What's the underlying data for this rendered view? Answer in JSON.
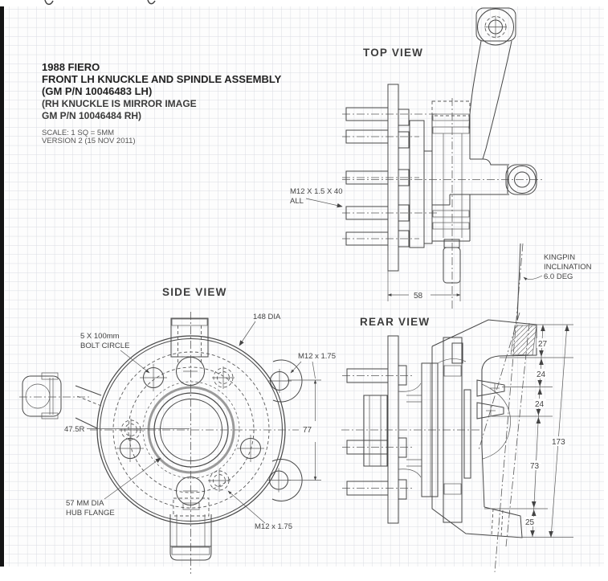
{
  "title_block": {
    "line1": "1988 FIERO",
    "line2": "FRONT LH KNUCKLE AND SPINDLE ASSEMBLY",
    "line3": "(GM P/N 10046483 LH)",
    "line4": "(RH KNUCKLE IS MIRROR IMAGE",
    "line5": "GM P/N 10046484 RH)",
    "scale_note": "SCALE: 1 SQ = 5MM",
    "version_note": "VERSION 2 (15 NOV 2011)"
  },
  "views": {
    "top": {
      "label": "TOP VIEW"
    },
    "side": {
      "label": "SIDE VIEW"
    },
    "rear": {
      "label": "REAR VIEW"
    }
  },
  "annotations": {
    "stud_spec": [
      "M12 X 1.5 X 40",
      "ALL"
    ],
    "kingpin": [
      "KINGPIN",
      "INCLINATION",
      "6.0 DEG"
    ],
    "bolt_circle": [
      "5 X 100mm",
      "BOLT CIRCLE"
    ],
    "outer_dia": "148 DIA",
    "caliper_hole_upper": "M12 x 1.75",
    "caliper_hole_lower": "M12 x 1.75",
    "radius": "47.5R",
    "hub_flange": [
      "57 MM DIA",
      "HUB FLANGE"
    ]
  },
  "dimensions": {
    "spindle_width": "58",
    "caliper_spacing": "77",
    "rear_chain": [
      "27",
      "24",
      "24",
      "73",
      "25"
    ],
    "rear_overall": "173"
  },
  "colors": {
    "paper": "#fdfdfd",
    "grid": "#d9dce2",
    "ink": "#474747",
    "edge_bar": "#141414"
  }
}
